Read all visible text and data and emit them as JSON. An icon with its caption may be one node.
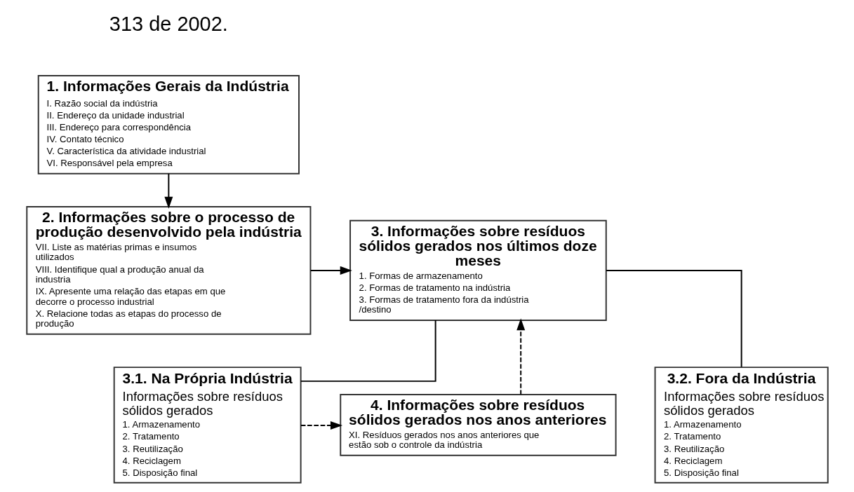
{
  "diagram": {
    "nodes": [
      {
        "text": [
          "1. Informações Gerais da Indústria",
          "I. Razão social da indústria",
          "II. Endereço da unidade industrial",
          "III. Endereço para correspondência",
          "IV. Contato técnico",
          "V. Característica da atividade industrial",
          "VI. Responsável pela empresa"
        ]
      },
      {
        "text": [
          "2. Informações sobre o processo de produção desenvolvido pela indústria",
          "VII. Liste as matérias primas e insumos utilizados",
          "VIII. Identifique qual a produção anual da industria",
          "IX. Apresente uma relação das etapas em que decorre o processo industrial",
          "X. Relacione todas as etapas do processo de produção"
        ]
      },
      {
        "text": [
          "3. Informações sobre resíduos sólidos gerados nos últimos doze meses",
          "1. Formas de armazenamento",
          "2. Formas de tratamento na indústria",
          "3. Formas de tratamento fora da indústria /destino"
        ]
      },
      {
        "text": [
          "4. Informações sobre resíduos sólidos gerados nos anos anteriores",
          "XI. Resíduos gerados nos anos anteriores que estão sob o controle da indústria"
        ]
      },
      {
        "text": [
          "3.1. Na Própria Indústria",
          "Informações sobre resíduos sólidos gerados",
          "1. Armazenamento",
          "2. Tratamento",
          "3. Reutilização",
          "4. Reciclagem",
          "5. Disposição final"
        ]
      },
      {
        "text": [
          "3.2. Fora da Indústria",
          "Informações sobre resíduos sólidos gerados",
          "1. Armazenamento",
          "2. Tratamento",
          "3. Reutilização",
          "4. Reciclagem",
          "5. Disposição final"
        ]
      }
    ],
    "edges": [
      {
        "from": 0,
        "to": 1,
        "arrow": "to"
      },
      {
        "from": 1,
        "to": 2,
        "arrow": "to"
      },
      {
        "from": 3,
        "to": 2,
        "arrow": "to",
        "style": "dashed"
      },
      {
        "from": 2,
        "to": 4,
        "arrow": "none"
      },
      {
        "from": 2,
        "to": 5,
        "arrow": "none"
      },
      {
        "from": 4,
        "to": 3,
        "arrow": "to",
        "style": "dashed"
      }
    ],
    "labels": [
      "313 de 2002."
    ]
  }
}
